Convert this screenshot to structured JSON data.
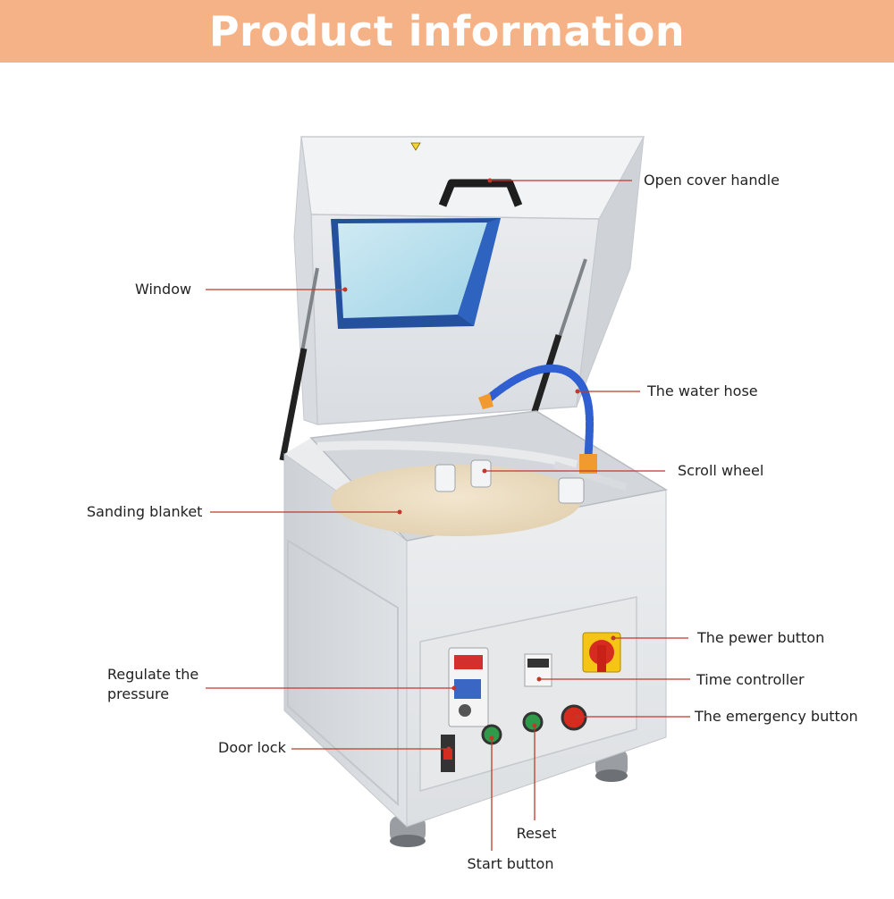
{
  "header": {
    "title": "Product information"
  },
  "colors": {
    "banner": "#f6b287",
    "leader_line": "#c0392b",
    "machine_body": "#e4e6e8",
    "window_frame": "#2a5bb0",
    "hose": "#2f5fd0",
    "power_knob": "#d62b1f",
    "power_plate": "#f5c515"
  },
  "callouts": [
    {
      "id": "open-cover-handle",
      "text": "Open cover handle"
    },
    {
      "id": "window",
      "text": "Window"
    },
    {
      "id": "water-hose",
      "text": "The water hose"
    },
    {
      "id": "scroll-wheel",
      "text": "Scroll wheel"
    },
    {
      "id": "sanding-blanket",
      "text": "Sanding blanket"
    },
    {
      "id": "power-button",
      "text": "The pewer button"
    },
    {
      "id": "regulate-pressure",
      "text": "Regulate the\npressure"
    },
    {
      "id": "time-controller",
      "text": "Time controller"
    },
    {
      "id": "emergency-button",
      "text": "The emergency button"
    },
    {
      "id": "door-lock",
      "text": "Door lock"
    },
    {
      "id": "reset",
      "text": "Reset"
    },
    {
      "id": "start-button",
      "text": "Start button"
    }
  ]
}
